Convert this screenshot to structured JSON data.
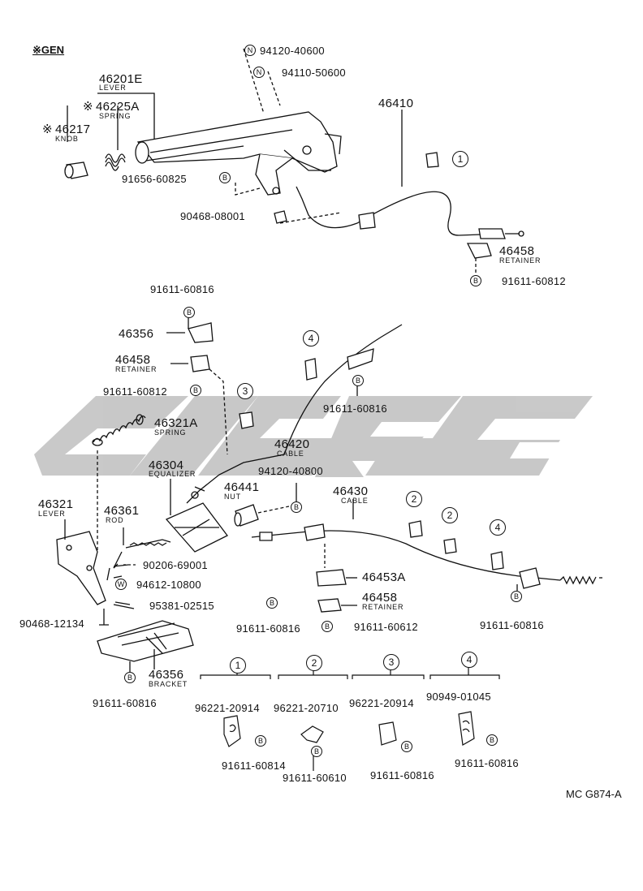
{
  "header": {
    "gen": "※GEN",
    "ref_code": "MC G874-A"
  },
  "watermark": {
    "color": "#c4c4c4"
  },
  "marks": {
    "n": "N",
    "b": "B",
    "w": "W",
    "asterisk": "※"
  },
  "upper": {
    "n1_part": "94120-40600",
    "n2_part": "94110-50600",
    "lever_part": "46201E",
    "lever_name": "LEVER",
    "spring_part": "46225A",
    "spring_name": "SPRING",
    "knob_part": "46217",
    "knob_name": "KNOB",
    "bolt1": "91656-60825",
    "clip1": "90468-08001",
    "cable_part": "46410",
    "clamp_ref": "1",
    "retainer_part": "46458",
    "retainer_name": "RETAINER",
    "retainer_bolt": "91611-60812"
  },
  "middle": {
    "bolt_top": "91611-60816",
    "bracket_part": "46356",
    "retainer_part": "46458",
    "retainer_name": "RETAINER",
    "retainer_bolt": "91611-60812",
    "spring_part": "46321A",
    "spring_name": "SPRING",
    "ref3": "3",
    "ref4": "4",
    "bolt_cable": "91611-60816",
    "cable_part": "46420",
    "cable_name": "CABLE",
    "equalizer_part": "46304",
    "equalizer_name": "EQUALIZER",
    "nut_bolt": "94120-40800",
    "nut_part": "46441",
    "nut_name": "NUT",
    "lever_part": "46321",
    "lever_name": "LEVER",
    "rod_part": "46361",
    "rod_name": "ROD",
    "pin": "90206-69001",
    "washer": "94612-10800",
    "cotter": "95381-02515",
    "clip": "90468-12134",
    "bracket_name": "BRACKET",
    "bracket_bolt": "91611-60816"
  },
  "right": {
    "cable_part": "46430",
    "cable_name": "CABLE",
    "ref2a": "2",
    "ref2b": "2",
    "ref4": "4",
    "bracket_part": "46453A",
    "retainer_part": "46458",
    "retainer_name": "RETAINER",
    "bolt_left": "91611-60816",
    "bolt_mid": "91611-60612",
    "bolt_right": "91611-60816"
  },
  "legend": [
    {
      "num": "1",
      "part": "96221-20914",
      "bolt": "91611-60814"
    },
    {
      "num": "2",
      "part": "96221-20710",
      "bolt": "91611-60610"
    },
    {
      "num": "3",
      "part": "96221-20914",
      "bolt": "91611-60816"
    },
    {
      "num": "4",
      "part": "90949-01045",
      "bolt": "91611-60816"
    }
  ]
}
